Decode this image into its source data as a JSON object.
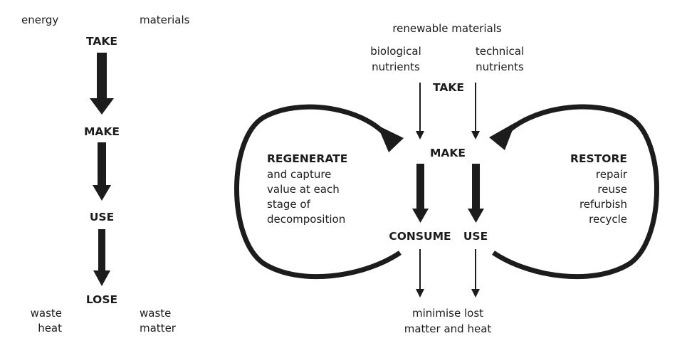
{
  "linear": {
    "top_left": "energy",
    "top_right": "materials",
    "stages": [
      "TAKE",
      "MAKE",
      "USE",
      "LOSE"
    ],
    "bottom_left": [
      "waste",
      "heat"
    ],
    "bottom_right": [
      "waste",
      "matter"
    ]
  },
  "circular": {
    "header": "renewable materials",
    "biological": [
      "biological",
      "nutrients"
    ],
    "technical": [
      "technical",
      "nutrients"
    ],
    "take": "TAKE",
    "make": "MAKE",
    "consume": "CONSUME",
    "use": "USE",
    "regenerate": {
      "title": "REGENERATE",
      "lines": [
        "and capture",
        "value at each",
        "stage of",
        "decomposition"
      ]
    },
    "restore": {
      "title": "RESTORE",
      "lines": [
        "repair",
        "reuse",
        "refurbish",
        "recycle"
      ]
    },
    "footer": [
      "minimise lost",
      "matter and heat"
    ]
  },
  "colors": {
    "ink": "#1c1c1c",
    "background": "#ffffff"
  }
}
